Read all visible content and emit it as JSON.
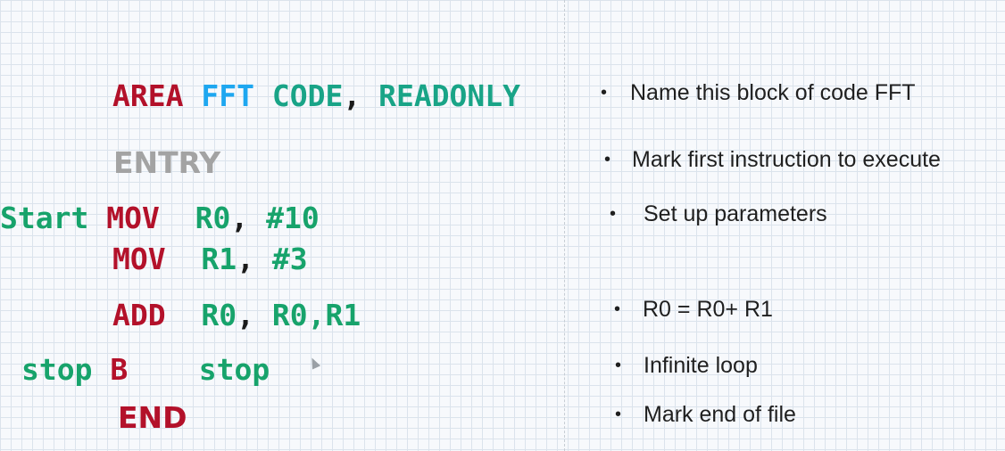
{
  "code": {
    "line1": {
      "kw": "AREA",
      "name": "FFT",
      "attr": "CODE",
      "comma": ",",
      "mode": "READONLY"
    },
    "line2": {
      "kw": "ENTRY"
    },
    "line3": {
      "label": "Start",
      "op": "MOV",
      "arg1": "R0",
      "comma": ",",
      "arg2": "#10"
    },
    "line4": {
      "op": "MOV",
      "arg1": "R1",
      "comma": ",",
      "arg2": "#3"
    },
    "line5": {
      "op": "ADD",
      "arg1": "R0",
      "comma": ",",
      "arg2": "R0,R1"
    },
    "line6": {
      "label": "stop",
      "op": "B",
      "arg1": "stop"
    },
    "line7": {
      "op": "END"
    }
  },
  "notes": [
    "Name this block of code FFT",
    "Mark first instruction to execute",
    "Set up parameters",
    "R0 = R0+ R1",
    "Infinite loop",
    "Mark end of file"
  ],
  "bullet": "•",
  "icon": "mouse-pointer-icon"
}
